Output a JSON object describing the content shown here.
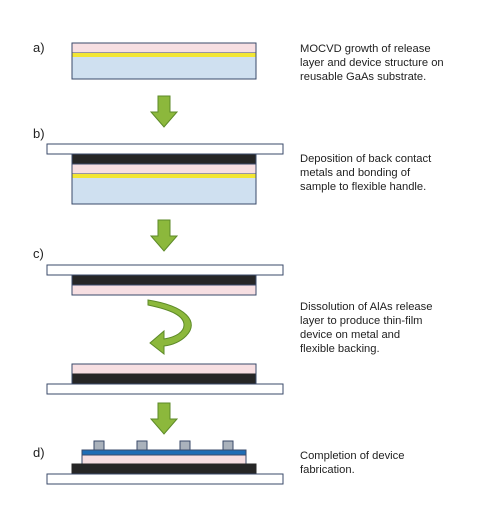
{
  "steps": [
    {
      "label": "a)",
      "description": [
        "MOCVD growth of release",
        "layer and device structure on",
        "reusable GaAs substrate."
      ]
    },
    {
      "label": "b)",
      "description": [
        "Deposition of back contact",
        "metals and bonding of",
        "sample to flexible handle."
      ]
    },
    {
      "label": "c)",
      "description": [
        "Dissolution of AlAs release",
        "layer to produce thin-film",
        "device on metal and",
        "flexible backing."
      ]
    },
    {
      "label": "d)",
      "description": [
        "Completion of device",
        "fabrication."
      ]
    }
  ],
  "colors": {
    "outline": "#3a4a6a",
    "substrate": "#cfe0f0",
    "release_layer": "#f2e634",
    "device_layer": "#f7dfe2",
    "metal": "#262626",
    "handle": "#ffffff",
    "arrow_fill": "#8cb83c",
    "arrow_stroke": "#5d8a28",
    "top_contact": "#1f6db5",
    "contact_pad": "#aab2bc"
  },
  "icons": [
    "down-arrow-icon",
    "curved-flip-arrow-icon"
  ]
}
